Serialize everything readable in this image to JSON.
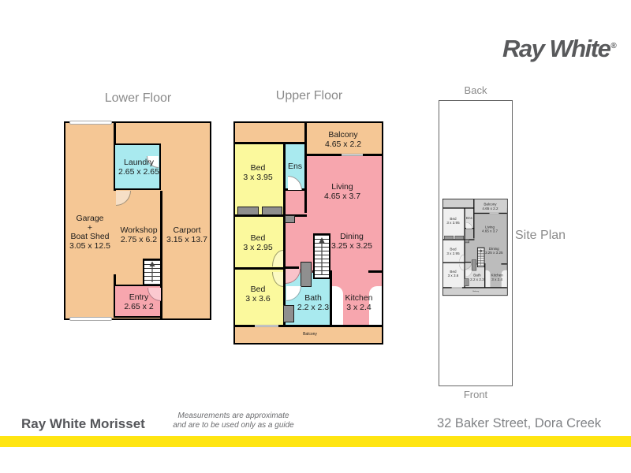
{
  "brand": {
    "logo_text": "Ray White",
    "registered_mark": "®",
    "office_name": "Ray White Morisset"
  },
  "lower_floor": {
    "title": "Lower Floor",
    "rooms": {
      "garage": {
        "lines": [
          "Garage",
          "+",
          "Boat Shed",
          "3.05 x 12.5"
        ]
      },
      "workshop": {
        "lines": [
          "Workshop",
          "2.75 x 6.2"
        ]
      },
      "carport": {
        "lines": [
          "Carport",
          "3.15 x 13.7"
        ]
      },
      "laundry": {
        "lines": [
          "Laundry",
          "2.65 x 2.65"
        ]
      },
      "entry": {
        "lines": [
          "Entry",
          "2.65 x 2"
        ]
      }
    }
  },
  "upper_floor": {
    "title": "Upper Floor",
    "rooms": {
      "balcony_top": {
        "lines": [
          "Balcony",
          "4.65 x 2.2"
        ]
      },
      "bed1": {
        "lines": [
          "Bed",
          "3 x 3.95"
        ]
      },
      "ens": {
        "lines": [
          "Ens"
        ]
      },
      "living": {
        "lines": [
          "Living",
          "4.65 x 3.7"
        ]
      },
      "bed2": {
        "lines": [
          "Bed",
          "3 x 2.95"
        ]
      },
      "dining": {
        "lines": [
          "Dining",
          "3.25 x 3.25"
        ]
      },
      "bed3": {
        "lines": [
          "Bed",
          "3 x 3.6"
        ]
      },
      "bath": {
        "lines": [
          "Bath",
          "2.2 x 2.3"
        ]
      },
      "kitchen": {
        "lines": [
          "Kitchen",
          "3 x 2.4"
        ]
      },
      "balcony_bottom": {
        "lines": [
          "Balcony"
        ]
      }
    }
  },
  "site_plan": {
    "title": "Site Plan",
    "back_label": "Back",
    "front_label": "Front"
  },
  "footer": {
    "disclaimer_line1": "Measurements are approximate",
    "disclaimer_line2": "and are to be used only as a guide",
    "address": "32 Baker Street, Dora Creek"
  },
  "colors": {
    "orange": "#F5C795",
    "yellow": "#FBF99D",
    "cyan": "#A9EAEF",
    "pink": "#F7A6AE",
    "brandYellow": "#FFE512",
    "wall": "#000000",
    "titleGray": "#8a8a8a",
    "textDark": "#1b1b1b",
    "logoGray": "#58595B",
    "footerGray": "#55565A",
    "addressGray": "#808285",
    "disclaimerGray": "#6a6b6e"
  }
}
